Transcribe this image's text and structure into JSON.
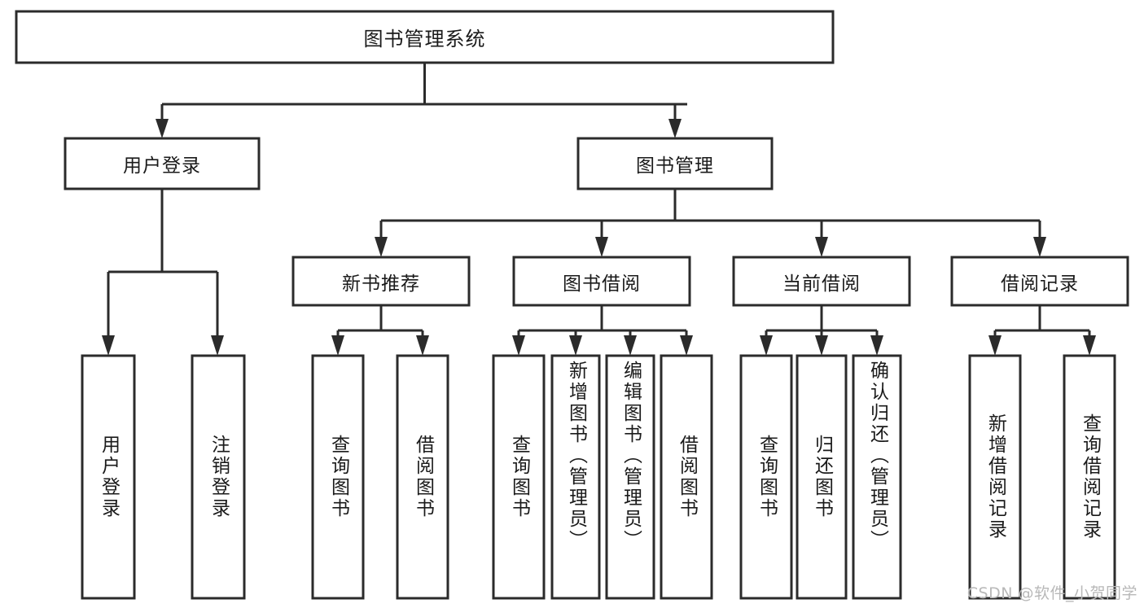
{
  "diagram": {
    "type": "tree-hierarchy-chart",
    "title": "图书管理系统",
    "colors": {
      "stroke": "#2b2b2b",
      "fill": "#ffffff",
      "text": "#1a1a1a",
      "background": "#ffffff",
      "watermark": "#b8b8b8"
    },
    "root": {
      "id": "root",
      "label": "图书管理系统"
    },
    "level1": [
      {
        "id": "user-login",
        "label": "用户登录"
      },
      {
        "id": "book-manage",
        "label": "图书管理"
      }
    ],
    "level2": [
      {
        "id": "new-book-rec",
        "label": "新书推荐",
        "parent": "book-manage"
      },
      {
        "id": "book-borrow",
        "label": "图书借阅",
        "parent": "book-manage"
      },
      {
        "id": "current-borrow",
        "label": "当前借阅",
        "parent": "book-manage"
      },
      {
        "id": "borrow-record",
        "label": "借阅记录",
        "parent": "book-manage"
      }
    ],
    "leaves": [
      {
        "id": "leaf-user-login",
        "label": "用户登录",
        "parent": "user-login"
      },
      {
        "id": "leaf-user-logout",
        "label": "注销登录",
        "parent": "user-login"
      },
      {
        "id": "leaf-query-book-1",
        "label": "查询图书",
        "parent": "new-book-rec"
      },
      {
        "id": "leaf-borrow-book-1",
        "label": "借阅图书",
        "parent": "new-book-rec"
      },
      {
        "id": "leaf-query-book-2",
        "label": "查询图书",
        "parent": "book-borrow"
      },
      {
        "id": "leaf-add-book",
        "label": "新增图书（管理员）",
        "parent": "book-borrow"
      },
      {
        "id": "leaf-edit-book",
        "label": "编辑图书（管理员）",
        "parent": "book-borrow"
      },
      {
        "id": "leaf-borrow-book-2",
        "label": "借阅图书",
        "parent": "book-borrow"
      },
      {
        "id": "leaf-query-book-3",
        "label": "查询图书",
        "parent": "current-borrow"
      },
      {
        "id": "leaf-return-book",
        "label": "归还图书",
        "parent": "current-borrow"
      },
      {
        "id": "leaf-confirm-return",
        "label": "确认归还（管理员）",
        "parent": "current-borrow"
      },
      {
        "id": "leaf-add-record",
        "label": "新增借阅记录",
        "parent": "borrow-record"
      },
      {
        "id": "leaf-query-record",
        "label": "查询借阅记录",
        "parent": "borrow-record"
      }
    ]
  },
  "watermark": {
    "text": "CSDN @软件_小贺同学"
  }
}
